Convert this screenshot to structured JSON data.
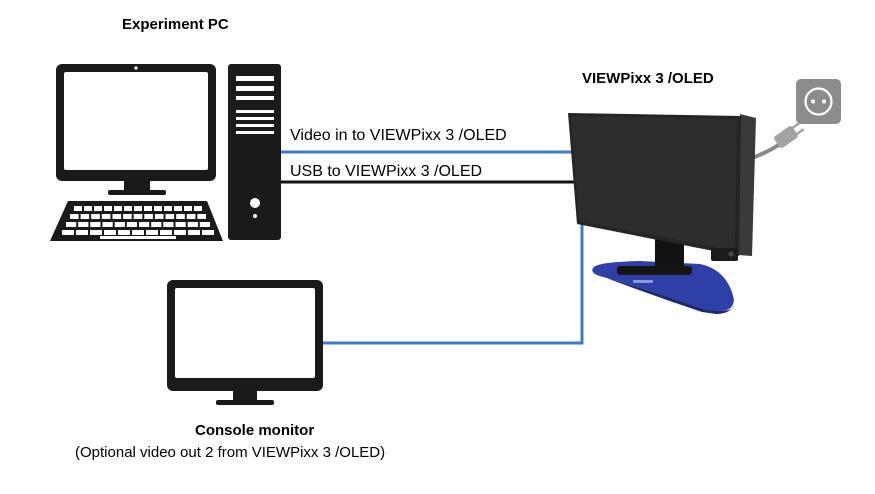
{
  "colors": {
    "cable_video": "#3f7ac3",
    "cable_usb": "#111111",
    "device_black": "#1a1a1a",
    "screen_white": "#ffffff",
    "monitor_dark": "#252525",
    "base_blue": "#2e3fa8",
    "outlet_grey": "#8c8c8c"
  },
  "nodes": {
    "experiment_pc": {
      "label": "Experiment PC",
      "icon": "desktop-computer-icon"
    },
    "viewpixx": {
      "label": "VIEWPixx 3 /OLED",
      "icon": "viewpixx-monitor-icon"
    },
    "console_monitor": {
      "label": "Console monitor",
      "sublabel": "(Optional video out 2 from VIEWPixx 3 /OLED)",
      "icon": "monitor-icon"
    },
    "power_outlet": {
      "icon": "power-outlet-icon"
    }
  },
  "connections": {
    "video_in": {
      "label": "Video in to VIEWPixx 3 /OLED"
    },
    "usb": {
      "label": "USB to VIEWPixx 3 /OLED"
    },
    "video_out": {
      "label": ""
    },
    "power": {
      "label": ""
    }
  }
}
